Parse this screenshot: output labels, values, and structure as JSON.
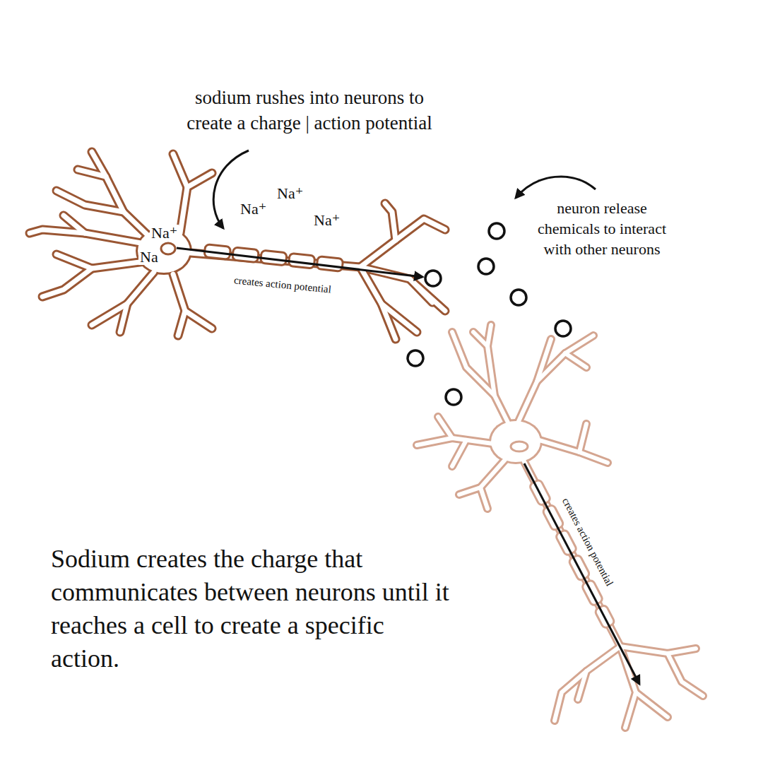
{
  "diagram": {
    "caption": "Sodium creates the charge that communicates between neurons until it reaches a cell to create a specific action.",
    "labels": [
      "sodium rushes into neurons to create a charge | action potential",
      "Na⁺",
      "Na⁺",
      "Na⁺",
      "Na⁺",
      "Na",
      "creates action potential",
      "neuron release chemicals to interact with other neurons",
      "creates action potential"
    ]
  }
}
